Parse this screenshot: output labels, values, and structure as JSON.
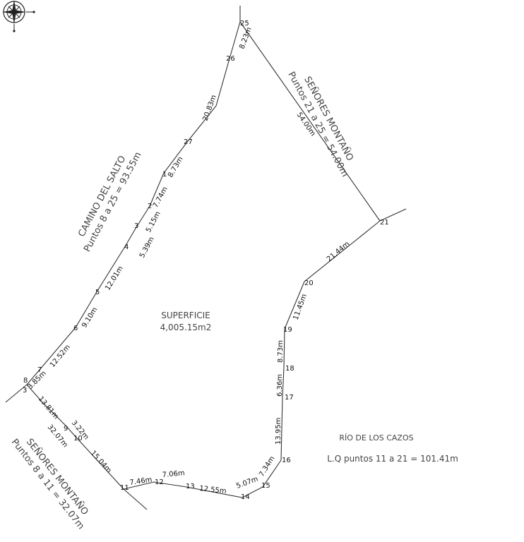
{
  "compass": {
    "icon": "compass-rose-icon"
  },
  "area": {
    "label": "SUPERFICIE",
    "value": "4,005.15m2"
  },
  "boundaries": {
    "camino": {
      "name": "CAMINO DEL SALTO",
      "detail": "Puntos 8 a 25 = 93.55m"
    },
    "montano_ne": {
      "name": "SEÑORES MONTAÑO",
      "detail": "Puntos 21 a 25 = 54.00m"
    },
    "montano_sw": {
      "name": "SEÑORES MONTAÑO",
      "detail": "Puntos 8 a 11 = 32.07m"
    },
    "rio": {
      "name": "RÍO DE LOS CAZOS",
      "detail": "L.Q puntos 11 a 21 = 101.41m"
    }
  },
  "points": [
    "25",
    "26",
    "27",
    "1",
    "2",
    "3",
    "4",
    "5",
    "6",
    "7",
    "8",
    "3",
    "9",
    "10",
    "11",
    "12",
    "13",
    "14",
    "15",
    "16",
    "17",
    "18",
    "19",
    "20",
    "21"
  ],
  "segments": [
    "8.23m",
    "20.83m",
    "8.73m",
    "7.74m",
    "5.15m",
    "5.39m",
    "12.01m",
    "9.10m",
    "12.52m",
    "3.85m",
    "13.81m",
    "3.22m",
    "32.07m",
    "15.04m",
    "7.46m",
    "7.06m",
    "12.55m",
    "5.07m",
    "7.34m",
    "13.95m",
    "6.36m",
    "8.73m",
    "11.45m",
    "21.44m",
    "54.00m"
  ]
}
